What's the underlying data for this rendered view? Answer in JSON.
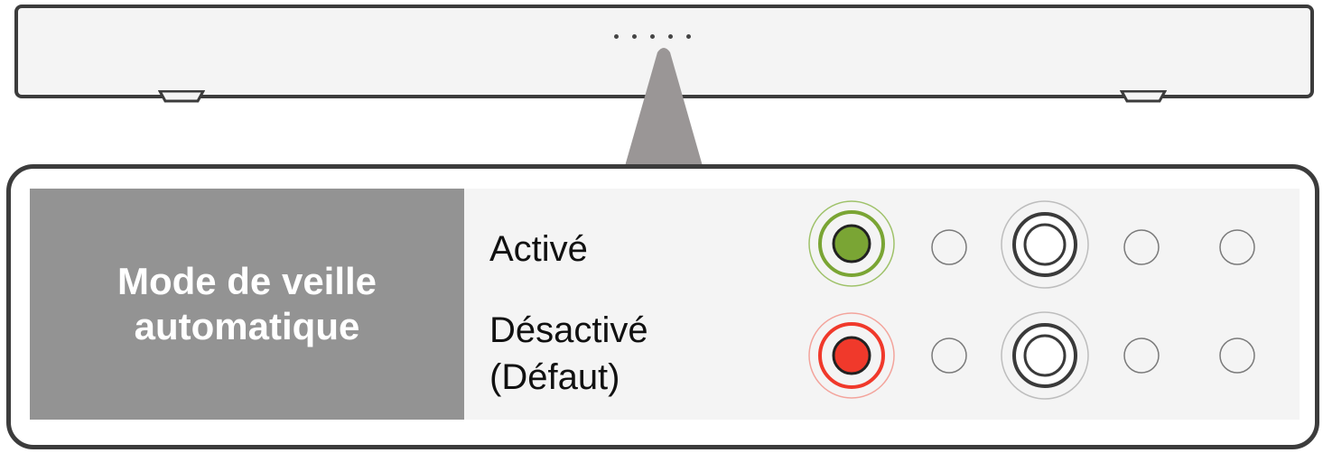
{
  "setting": {
    "name": "Mode de veille automatique"
  },
  "options": [
    {
      "label": "Activé",
      "status_color": "#7aa534",
      "ring_color": "#9fc26a"
    },
    {
      "label": "Désactivé\n(Défaut)",
      "status_color": "#f0392b",
      "ring_color": "#f3a49c"
    }
  ],
  "icons": {
    "led": "led-indicator-icon",
    "small_button": "small-button-icon",
    "large_button": "large-button-icon"
  }
}
